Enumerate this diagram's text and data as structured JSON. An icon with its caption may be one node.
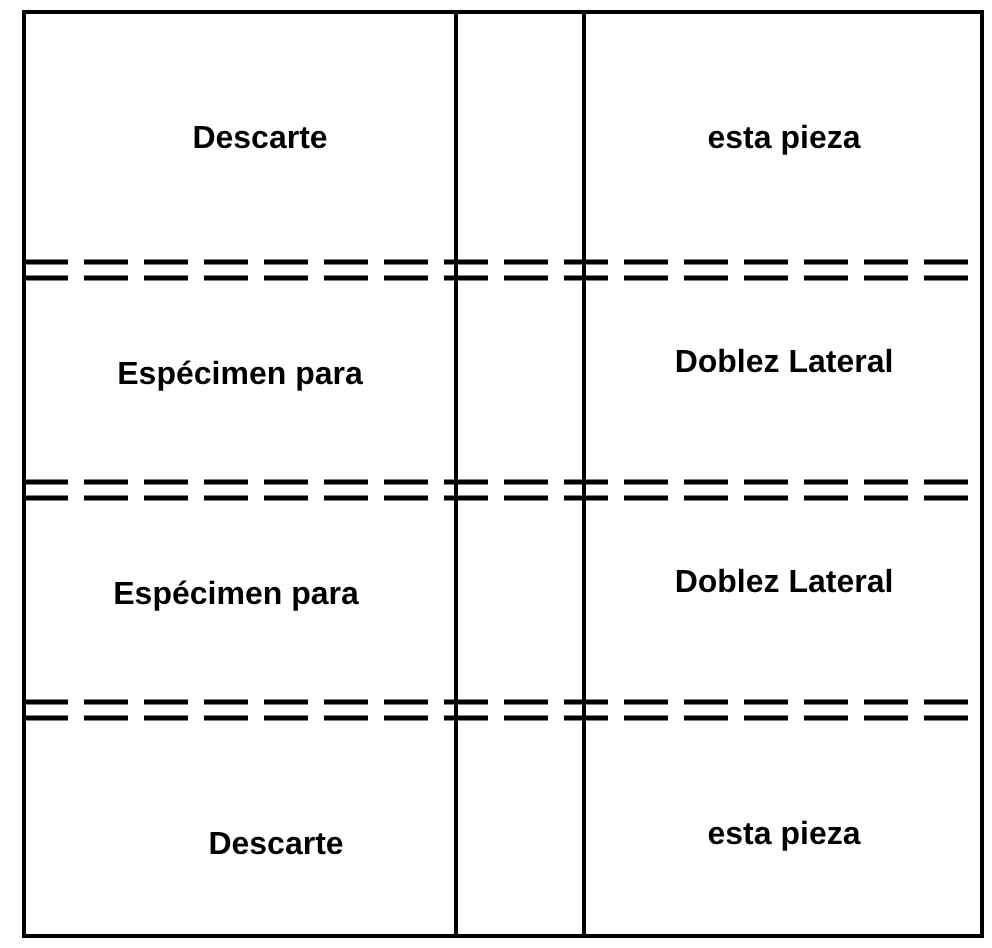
{
  "diagram": {
    "labels": [
      "Descarte",
      "esta pieza",
      "Espécimen para",
      "Doblez Lateral",
      "Espécimen para",
      "Doblez Lateral",
      "Descarte",
      "esta pieza"
    ]
  }
}
